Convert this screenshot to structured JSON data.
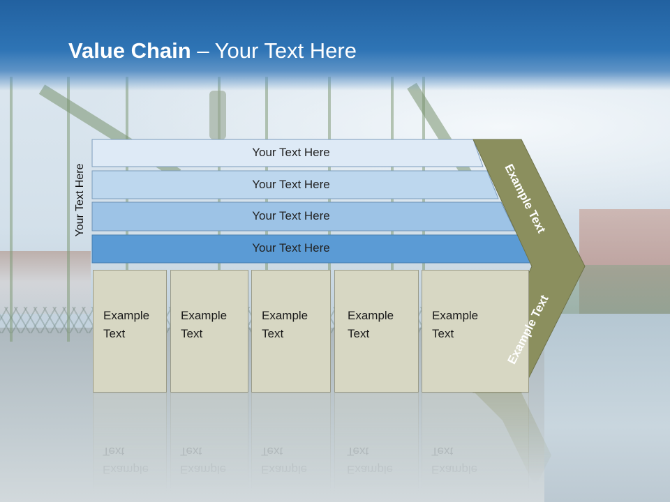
{
  "slide": {
    "title_bold": "Value Chain",
    "title_rest": " – Your Text Here"
  },
  "diagram": {
    "side_label": "Your Text Here",
    "bands": [
      {
        "label": "Your Text Here",
        "color": "#deeaf6"
      },
      {
        "label": "Your Text Here",
        "color": "#bdd7ee"
      },
      {
        "label": "Your Text Here",
        "color": "#9dc3e6"
      },
      {
        "label": "Your Text Here",
        "color": "#5b9bd5"
      }
    ],
    "boxes": [
      {
        "label": "Example\nText"
      },
      {
        "label": "Example\nText"
      },
      {
        "label": "Example\nText"
      },
      {
        "label": "Example\nText"
      },
      {
        "label": "Example\nText"
      }
    ],
    "chevron": {
      "top_label": "Example Text",
      "bottom_label": "Example Text",
      "color": "#8b8f5e"
    }
  }
}
